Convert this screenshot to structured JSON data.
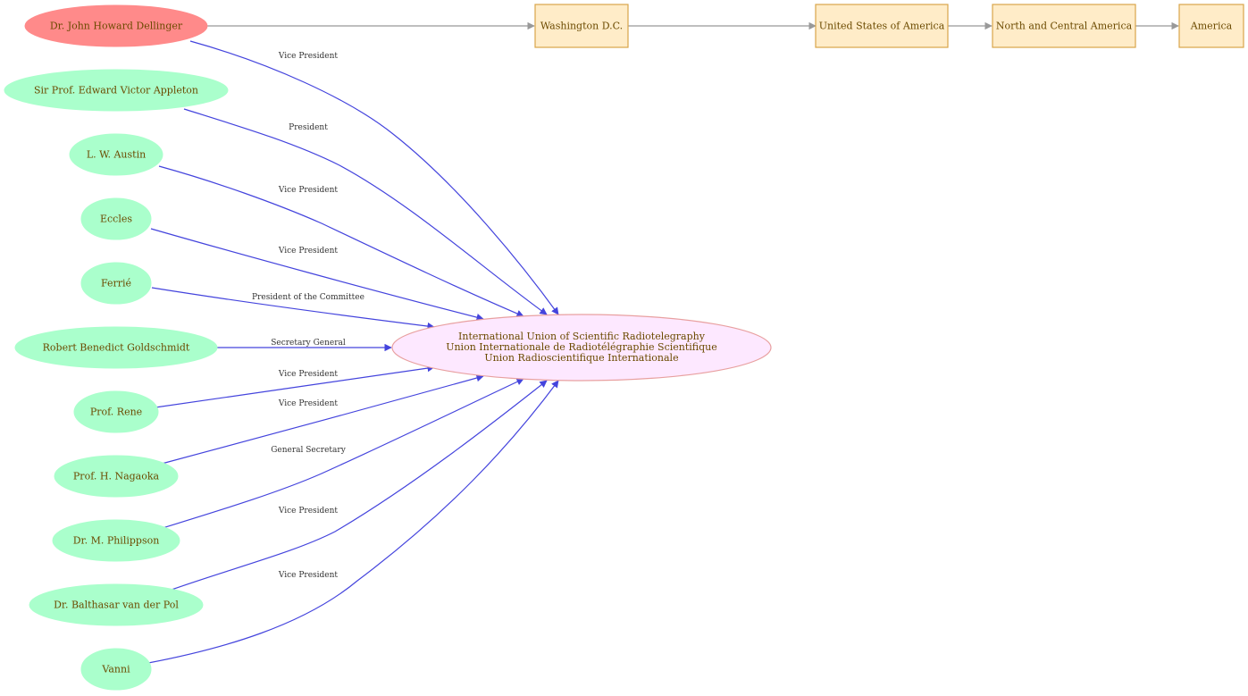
{
  "colors": {
    "main_person": "#ff8a8a",
    "person": "#aaffcc",
    "organization": "#fde8ff",
    "place": "#ffecc8",
    "role_edge": "#4444dd",
    "location_edge": "#999999"
  },
  "organization": {
    "lines": [
      "International Union of Scientific Radiotelegraphy",
      "Union Internationale de Radiotélégraphie Scientifique",
      "Union Radioscientifique Internationale"
    ]
  },
  "main_person": {
    "name": "Dr. John Howard Dellinger",
    "role": "Vice President"
  },
  "people": [
    {
      "name": "Sir Prof. Edward Victor Appleton",
      "role": "President"
    },
    {
      "name": "L. W. Austin",
      "role": "Vice President"
    },
    {
      "name": "Eccles",
      "role": "Vice President"
    },
    {
      "name": "Ferrié",
      "role": "President of the Committee"
    },
    {
      "name": "Robert Benedict Goldschmidt",
      "role": "Secretary General"
    },
    {
      "name": "Prof. Rene",
      "role": "Vice President"
    },
    {
      "name": "Prof. H. Nagaoka",
      "role": "Vice President"
    },
    {
      "name": "Dr. M. Philippson",
      "role": "General Secretary"
    },
    {
      "name": "Dr. Balthasar van der Pol",
      "role": "Vice President"
    },
    {
      "name": "Vanni",
      "role": "Vice President"
    }
  ],
  "places": [
    {
      "name": "Washington D.C."
    },
    {
      "name": "United States of America"
    },
    {
      "name": "North and Central America"
    },
    {
      "name": "America"
    }
  ]
}
